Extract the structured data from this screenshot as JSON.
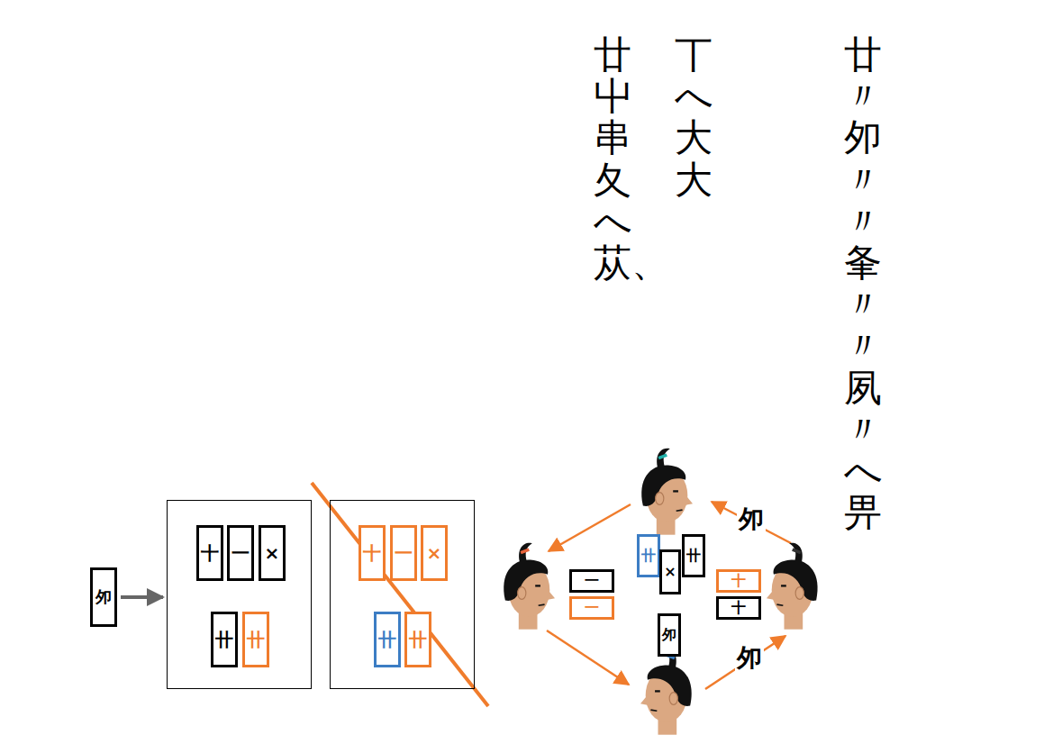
{
  "diagram": {
    "nodes": [
      {
        "text": [
          "夘"
        ]
      },
      {
        "text": []
      },
      {
        "text": [
          "十"
        ],
        "in": 1
      },
      {
        "text": [
          "一"
        ],
        "in": 1
      },
      {
        "text": [
          "×"
        ],
        "in": 1
      },
      {
        "text": [
          "卄"
        ],
        "in": 1
      },
      {
        "text": [
          "卄"
        ],
        "in": 1
      },
      {
        "text": []
      },
      {
        "text": [
          "十"
        ],
        "in": 7
      },
      {
        "text": [
          "一"
        ],
        "in": 7
      },
      {
        "text": [
          "×"
        ],
        "in": 7
      },
      {
        "text": [
          "卄"
        ],
        "in": 7
      },
      {
        "text": [
          "卄"
        ],
        "in": 7
      },
      {
        "text": [
          "一"
        ]
      },
      {
        "text": [
          "一"
        ]
      },
      {
        "text": [
          "十"
        ]
      },
      {
        "text": [
          "十"
        ]
      },
      {
        "text": [
          "卄"
        ]
      },
      {
        "text": [
          "卄"
        ]
      },
      {
        "text": [
          "×"
        ]
      },
      {
        "text": [
          "夘"
        ]
      }
    ],
    "edges": [
      {
        "from": 0,
        "to": 1,
        "arrow": "to"
      }
    ],
    "labels": [
      "廿〃夘〃〃夆〃〃夙〃へ畀",
      "丅へ大大",
      "廿屮串夂へ苁、",
      "夘",
      "夘"
    ]
  }
}
